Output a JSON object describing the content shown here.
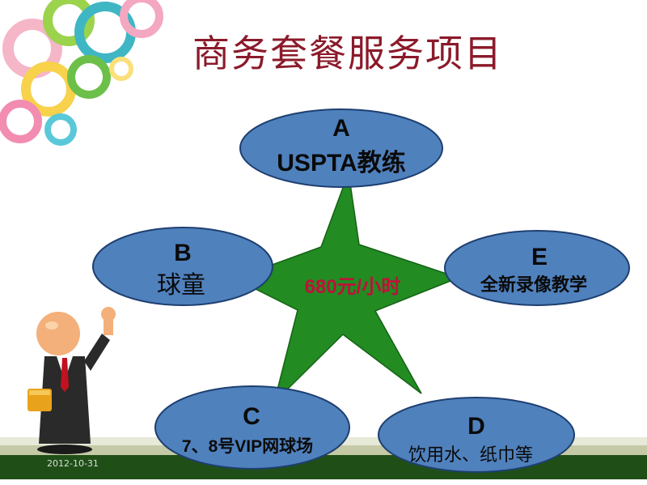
{
  "slide": {
    "title": "商务套餐服务项目",
    "date": "2012-10-31"
  },
  "diagram": {
    "center_label": "680元/小时",
    "nodes": {
      "a": {
        "letter": "A",
        "text": "USPTA教练"
      },
      "b": {
        "letter": "B",
        "text": "球童"
      },
      "c": {
        "letter": "C",
        "text": "7、8号VIP网球场"
      },
      "d": {
        "letter": "D",
        "text": "饮用水、纸巾等"
      },
      "e": {
        "letter": "E",
        "text": "全新录像教学"
      }
    }
  },
  "colors": {
    "title": "#8b1a2a",
    "ellipse_fill": "#4f81bd",
    "star_fill": "#228b22",
    "center_text": "#c0103a"
  }
}
